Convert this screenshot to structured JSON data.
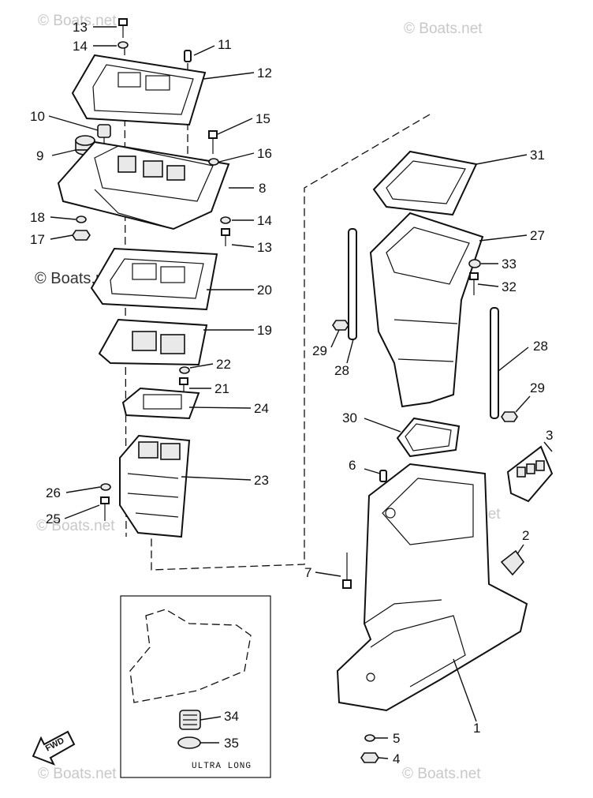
{
  "watermark": "© Boats.net",
  "inset_label": "ULTRA LONG",
  "direction_label": "FWD",
  "callouts": {
    "c1": "1",
    "c2": "2",
    "c3": "3",
    "c4": "4",
    "c5": "5",
    "c6": "6",
    "c7": "7",
    "c8": "8",
    "c9": "9",
    "c10": "10",
    "c11": "11",
    "c12": "12",
    "c13a": "13",
    "c13b": "13",
    "c14a": "14",
    "c14b": "14",
    "c15": "15",
    "c16": "16",
    "c17": "17",
    "c18": "18",
    "c19": "19",
    "c20": "20",
    "c21": "21",
    "c22": "22",
    "c23": "23",
    "c24": "24",
    "c25": "25",
    "c26": "26",
    "c27": "27",
    "c28a": "28",
    "c28b": "28",
    "c29a": "29",
    "c29b": "29",
    "c30": "30",
    "c31": "31",
    "c32": "32",
    "c33": "33",
    "c34": "34",
    "c35": "35"
  }
}
